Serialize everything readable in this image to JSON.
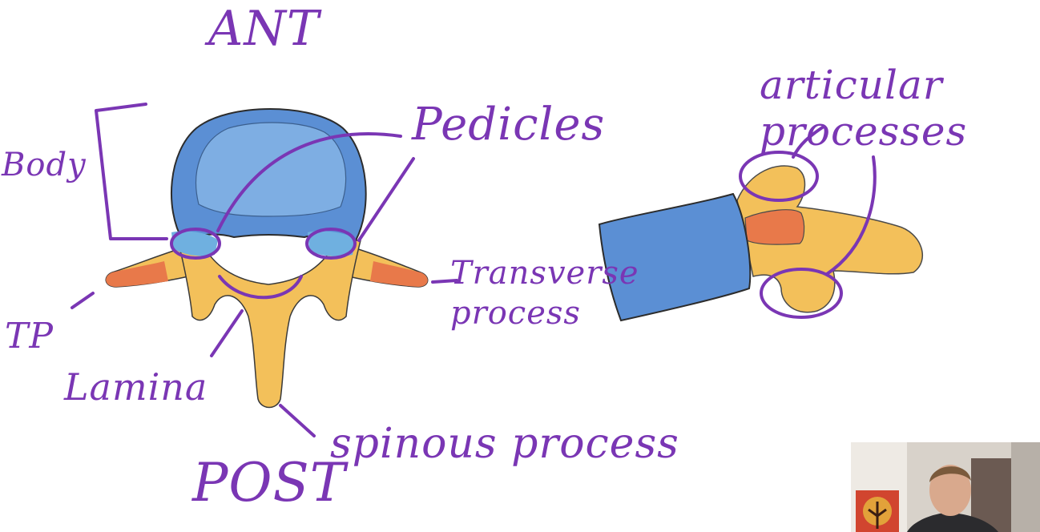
{
  "labels": {
    "ant": "ANT",
    "post": "POST",
    "body": "Body",
    "pedicles": "Pedicles",
    "transverse_process": "Transverse process",
    "tp": "TP",
    "lamina": "Lamina",
    "spinous_process": "spinous process",
    "articular_processes": "articular processes"
  },
  "colors": {
    "annotation_ink": "#7a36b4",
    "vertebral_body": "#5b8fd4",
    "bone": "#f3c05a",
    "bone_tip": "#e8794a"
  }
}
